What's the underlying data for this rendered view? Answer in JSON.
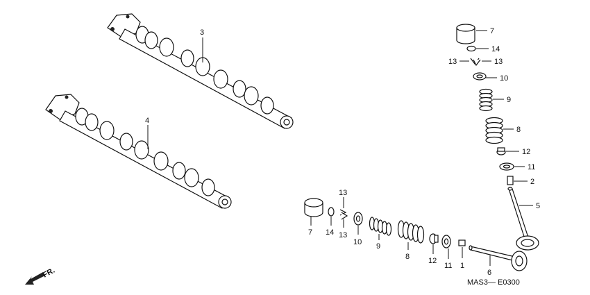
{
  "diagram": {
    "code": "MAS3— E0300",
    "direction_label": "FR.",
    "callouts": {
      "cam_exhaust": "3",
      "cam_intake": "4",
      "r_lifter": "7",
      "r_shim": "14",
      "r_cotter_left": "13",
      "r_cotter_right": "13",
      "r_retainer": "10",
      "r_inner_spring": "9",
      "r_outer_spring": "8",
      "r_seal": "12",
      "r_seat": "11",
      "r_guide": "2",
      "r_valve": "5",
      "b_lifter": "7",
      "b_shim": "14",
      "b_cotter_top": "13",
      "b_cotter_bottom": "13",
      "b_retainer": "10",
      "b_inner_spring": "9",
      "b_outer_spring": "8",
      "b_seal": "12",
      "b_seat": "11",
      "b_guide": "1",
      "b_valve": "6"
    }
  }
}
